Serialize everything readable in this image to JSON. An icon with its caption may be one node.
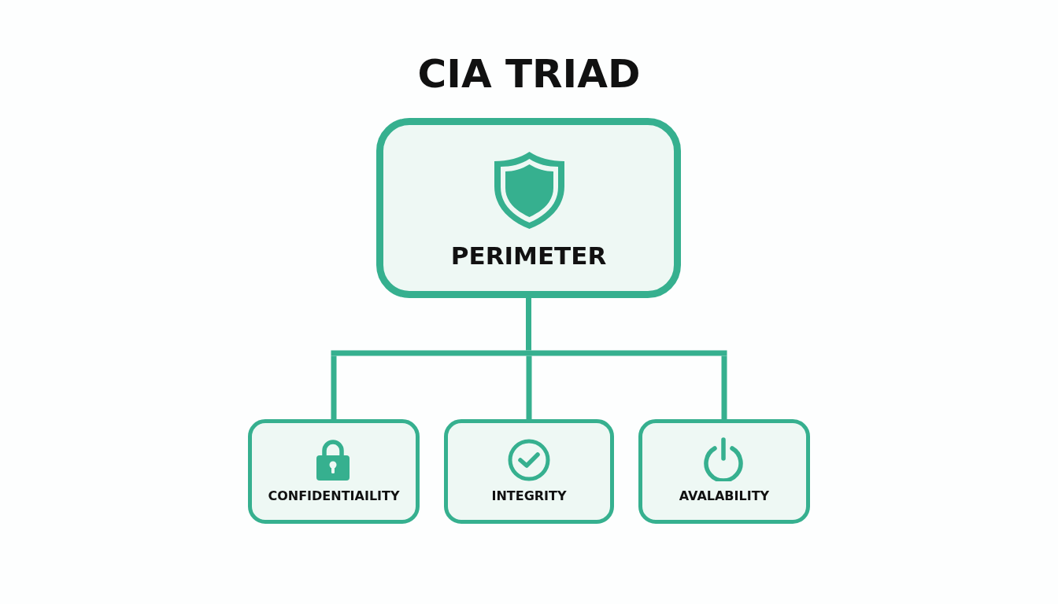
{
  "diagram": {
    "title": "CIA TRIAD",
    "nodes": [
      {
        "text": [
          "PERIMETER"
        ]
      },
      {
        "text": [
          "CONFIDENTIAILITY"
        ]
      },
      {
        "text": [
          "INTEGRITY"
        ]
      },
      {
        "text": [
          "AVALABILITY"
        ]
      }
    ],
    "edges": [
      {
        "from": 0,
        "to": 1,
        "arrow": "none"
      },
      {
        "from": 0,
        "to": 2,
        "arrow": "none"
      },
      {
        "from": 0,
        "to": 3,
        "arrow": "none"
      }
    ]
  }
}
